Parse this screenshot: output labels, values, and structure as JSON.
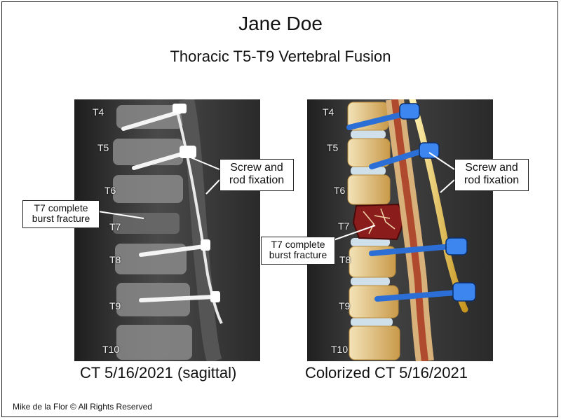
{
  "patient_name": "Jane Doe",
  "procedure": "Thoracic T5-T9 Vertebral Fusion",
  "left_panel": {
    "caption": "CT 5/16/2021 (sagittal)",
    "vertebrae": [
      "T4",
      "T5",
      "T6",
      "T7",
      "T8",
      "T9",
      "T10"
    ],
    "callout_fracture": [
      "T7 complete",
      "burst fracture"
    ],
    "callout_hardware": [
      "Screw and",
      "rod fixation"
    ]
  },
  "right_panel": {
    "caption": "Colorized CT 5/16/2021",
    "vertebrae": [
      "T4",
      "T5",
      "T6",
      "T7",
      "T8",
      "T9",
      "T10"
    ],
    "callout_fracture": [
      "T7 complete",
      "burst fracture"
    ],
    "callout_hardware": [
      "Screw and",
      "rod fixation"
    ]
  },
  "credit": "Mike de la Flor © All Rights Reserved",
  "colors": {
    "ct_background": "#2a2a2a",
    "bone": "#e8c98a",
    "fracture": "#8b1c1c",
    "hardware_screw": "#2b6fd6",
    "rod": "#e0b84a"
  }
}
